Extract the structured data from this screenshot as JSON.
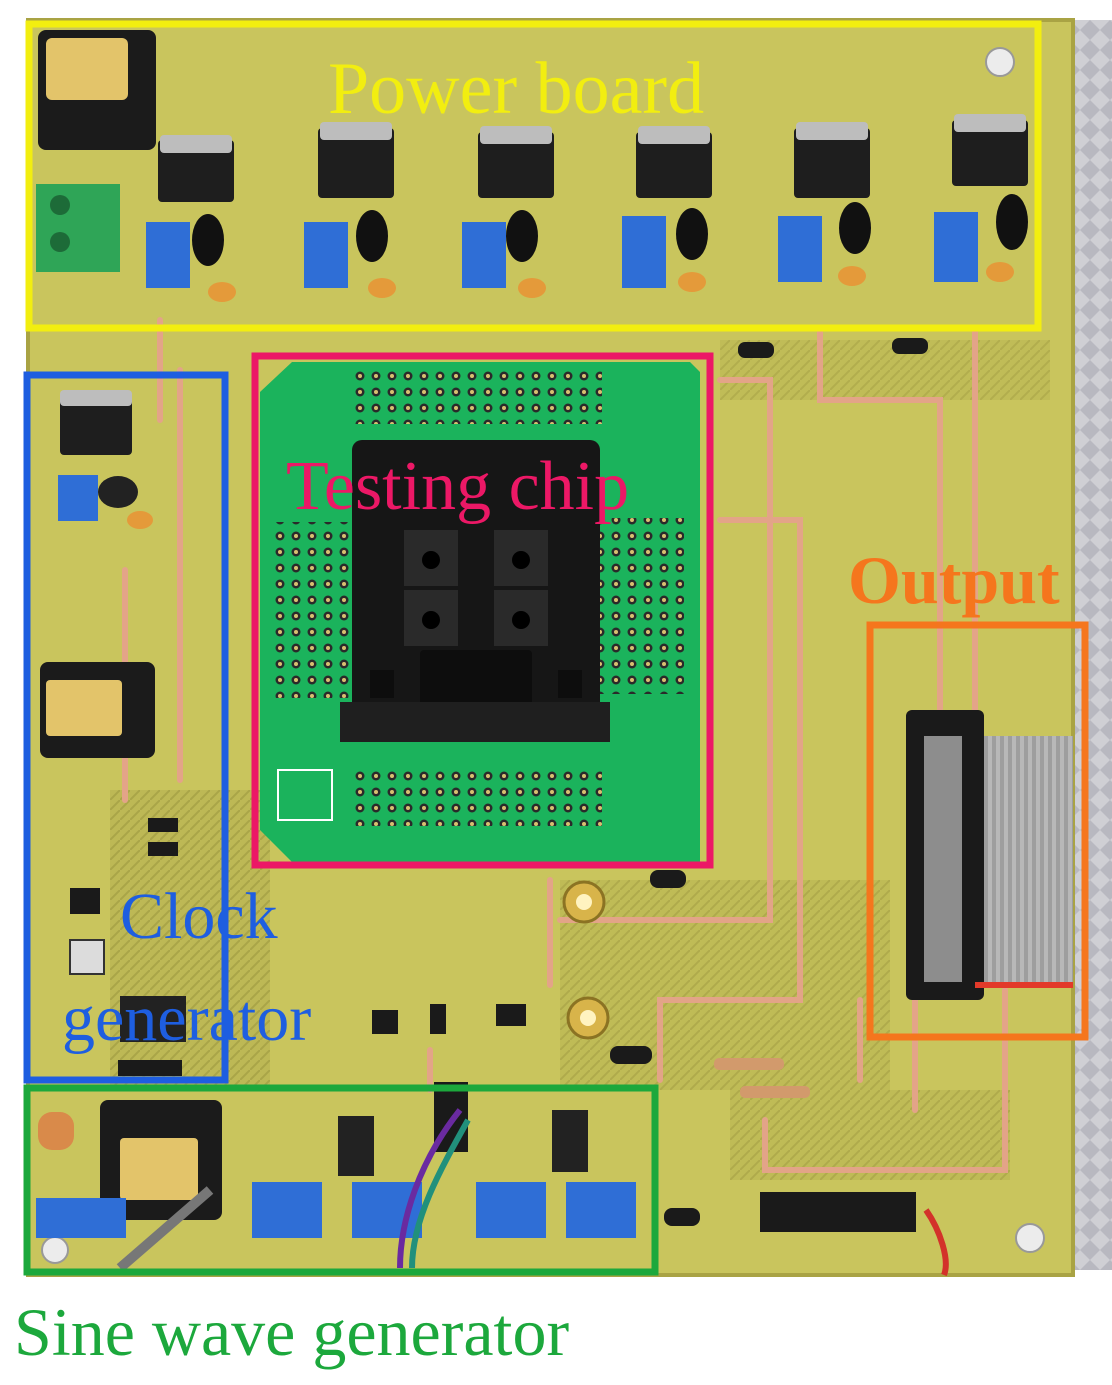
{
  "labels": {
    "power_board": "Power board",
    "testing_chip": "Testing chip",
    "output": "Output",
    "clock_line1": "Clock",
    "clock_line2": "generator",
    "sine_wave_generator": "Sine wave generator"
  },
  "colors": {
    "power_board": "#f2ee10",
    "testing_chip": "#ec1866",
    "output": "#f5761d",
    "clock_generator": "#1e5ee0",
    "sine_wave_generator": "#1ca83c",
    "pcb": "#c8c45c",
    "pcb_dark": "#9a9440",
    "trace": "#e8a888",
    "socket_board": "#1bb35c"
  }
}
